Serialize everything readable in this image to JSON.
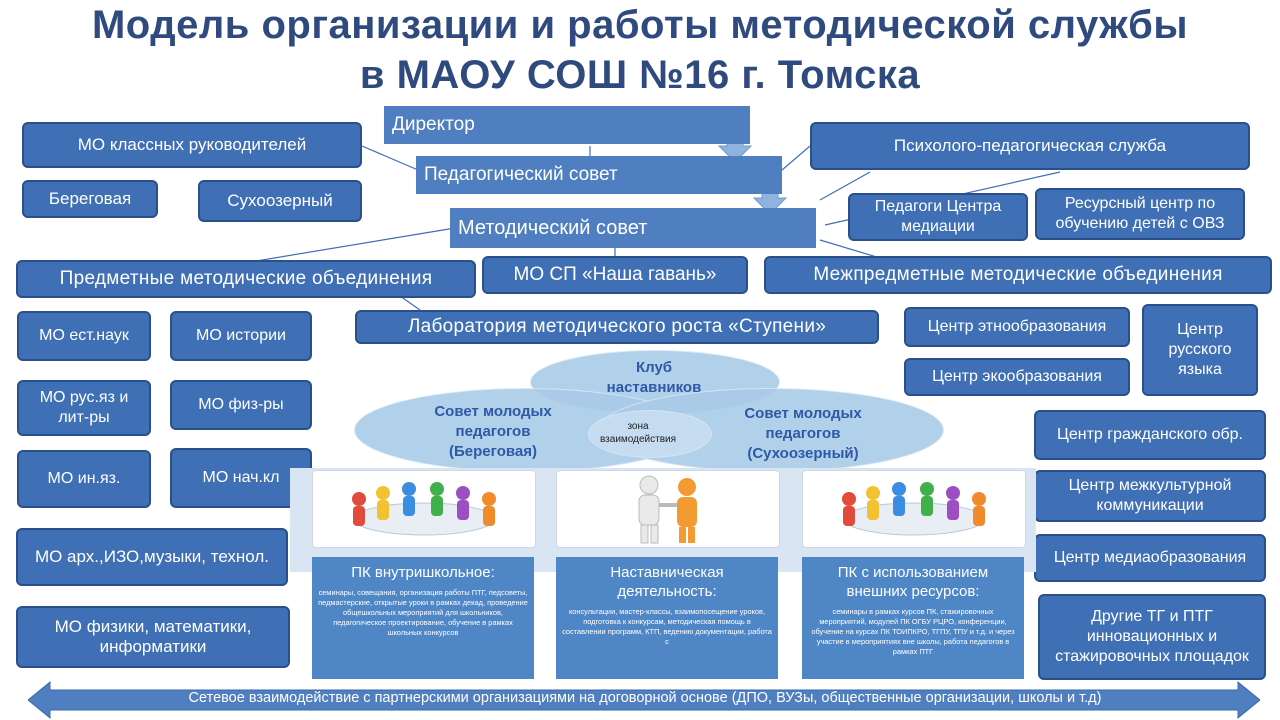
{
  "title": {
    "line1": "Модель организации и работы методической службы",
    "line2": "в МАОУ СОШ №16 г. Томска"
  },
  "top": {
    "director": "Директор",
    "ped_council": "Педагогический совет",
    "method_council": "Методический совет"
  },
  "left": {
    "mo_class": "МО классных руководителей",
    "beregovaya": "Береговая",
    "sukhoozerny": "Сухоозерный",
    "subject_mo": "Предметные методические объединения",
    "items": [
      "МО ест.наук",
      "МО истории",
      "МО рус.яз и лит-ры",
      "МО физ-ры",
      "МО ин.яз.",
      "МО нач.кл",
      "МО арх.,ИЗО,музыки, технол.",
      "МО физики, математики, информатики"
    ]
  },
  "center": {
    "mo_sp": "МО СП «Наша гавань»",
    "lab": "Лаборатория методического роста «Ступени»",
    "club": "Клуб наставников",
    "young_left": "Совет молодых педагогов (Береговая)",
    "young_right": "Совет молодых педагогов (Сухоозерный)",
    "zone": "зона взаимодействия"
  },
  "right": {
    "psy": "Психолого-педагогическая  служба",
    "mediation": "Педагоги Центра медиации",
    "resource": "Ресурсный центр по обучению детей с ОВЗ",
    "inter_mo": "Межпредметные методические объединения",
    "centers": [
      "Центр этнообразования",
      "Центр экообразования",
      "Центр русского языка",
      "Центр гражданского обр.",
      "Центр межкультурной коммуникации",
      "Центр медиаобразования",
      "Другие ТГ и ПТГ инновационных и стажировочных площадок"
    ]
  },
  "panels": [
    {
      "heading": "ПК внутришкольное:",
      "body": "семинары, совещания, организация работы ПТГ, педсоветы, педмастерские, открытые уроки в рамках декад, проведение общешкольных мероприятий для школьников, педагогическое проектирование, обучение в рамках школьных конкурсов"
    },
    {
      "heading": "Наставническая деятельность:",
      "body": "консультации, мастер-классы, взаимопосещение уроков, подготовка к конкурсам, методическая помощь в составлении программ, КТП, ведению документации, работа с"
    },
    {
      "heading": "ПК с использованием внешних ресурсов:",
      "body": "семинары в рамках курсов ПК, стажировочных мероприятий, модулей ПК ОГБУ РЦРО, конференции, обучение на курсах ПК ТОИПКРО, ТГПУ, ТПУ и т.д. и через участие в мероприятиях вне школы, работа педагогов в рамках ПТГ"
    }
  ],
  "footer": "Сетевое взаимодействие с партнерскими организациями на договорной основе (ДПО, ВУЗы, общественные организации, школы  и т.д)",
  "colors": {
    "box": "#3f6fb5",
    "title": "#2e4a7e",
    "ellipse": "#a9cbe8",
    "panel": "#4f86c6",
    "arrow": "#4f7fc0"
  }
}
